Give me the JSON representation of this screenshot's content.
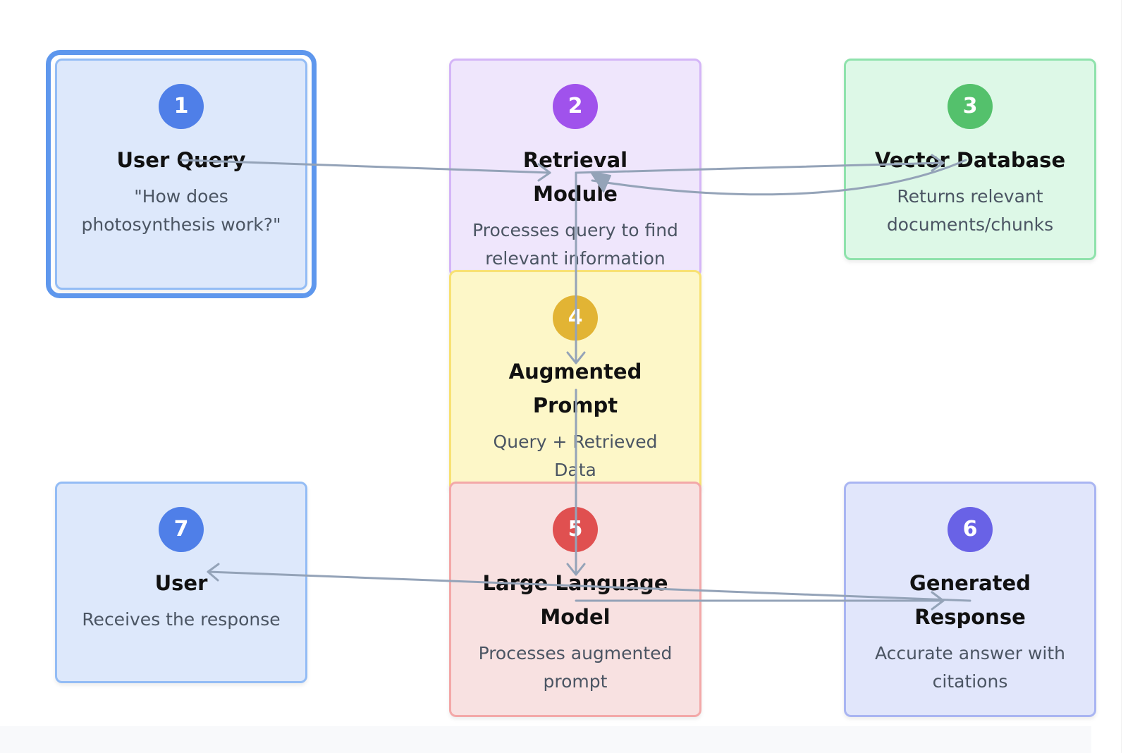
{
  "colors": {
    "badge_1": "#4f7fe8",
    "badge_2": "#a052ec",
    "badge_3": "#54c16c",
    "badge_4": "#e2b434",
    "badge_5": "#e05050",
    "badge_6": "#6962e6",
    "badge_7": "#4f7fe8",
    "arrow": "#94a3b8"
  },
  "nodes": [
    {
      "step": "1",
      "title": "User Query",
      "desc": "\"How does photosynthesis work?\"",
      "highlighted": true
    },
    {
      "step": "2",
      "title": "Retrieval Module",
      "desc": "Processes query to find relevant information"
    },
    {
      "step": "3",
      "title": "Vector Database",
      "desc": "Returns relevant documents/chunks"
    },
    {
      "step": "4",
      "title": "Augmented Prompt",
      "desc": "Query + Retrieved Data"
    },
    {
      "step": "5",
      "title": "Large Language Model",
      "desc": "Processes augmented prompt"
    },
    {
      "step": "6",
      "title": "Generated Response",
      "desc": "Accurate answer with citations"
    },
    {
      "step": "7",
      "title": "User",
      "desc": "Receives the response"
    }
  ],
  "edges": [
    {
      "from": "1",
      "to": "2"
    },
    {
      "from": "2",
      "to": "3"
    },
    {
      "from": "3",
      "to": "2"
    },
    {
      "from": "2",
      "to": "4"
    },
    {
      "from": "4",
      "to": "5"
    },
    {
      "from": "5",
      "to": "6"
    },
    {
      "from": "6",
      "to": "7"
    }
  ]
}
